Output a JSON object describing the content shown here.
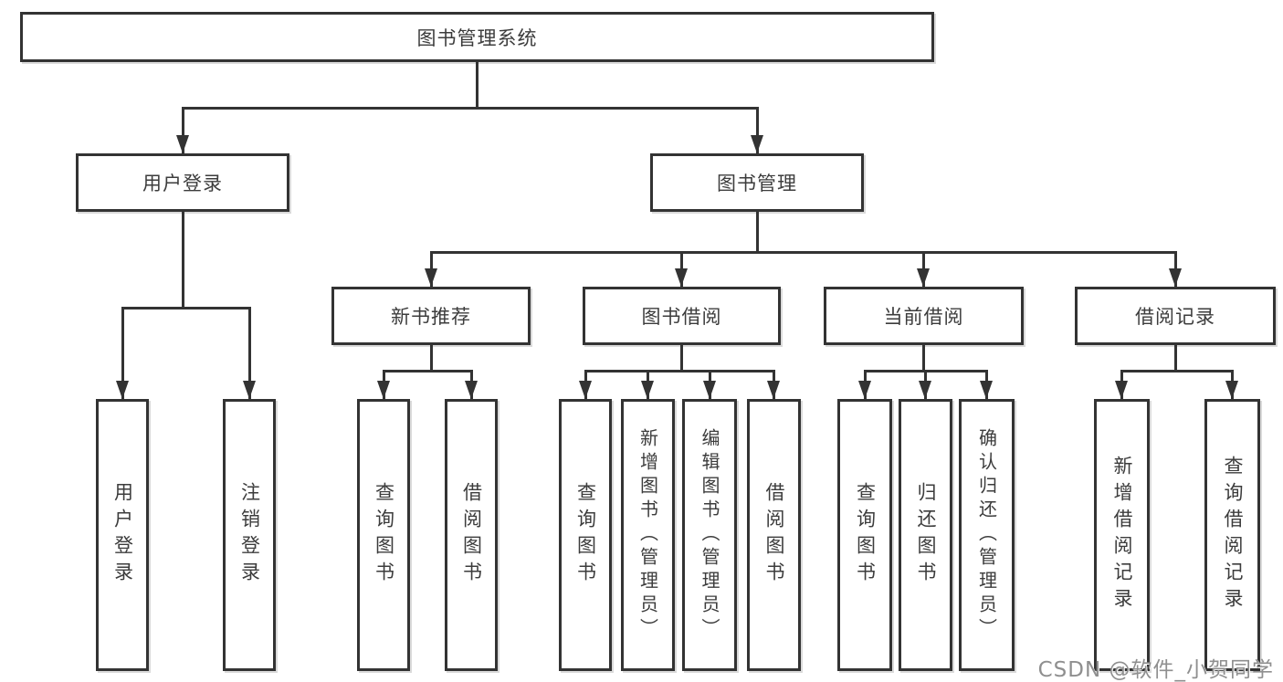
{
  "nodes": {
    "root": {
      "label": "图书管理系统"
    },
    "user_login": {
      "label": "用户登录"
    },
    "book_management": {
      "label": "图书管理"
    },
    "new_book_recommend": {
      "label": "新书推荐"
    },
    "book_borrow": {
      "label": "图书借阅"
    },
    "current_borrow": {
      "label": "当前借阅"
    },
    "borrow_record": {
      "label": "借阅记录"
    },
    "leaves": [
      {
        "label": "用户登录"
      },
      {
        "label": "注销登录"
      },
      {
        "label": "查询图书"
      },
      {
        "label": "借阅图书"
      },
      {
        "label": "查询图书"
      },
      {
        "label": "新增图书（管理员）"
      },
      {
        "label": "编辑图书（管理员）"
      },
      {
        "label": "借阅图书"
      },
      {
        "label": "查询图书"
      },
      {
        "label": "归还图书"
      },
      {
        "label": "确认归还（管理员）"
      },
      {
        "label": "新增借阅记录"
      },
      {
        "label": "查询借阅记录"
      }
    ]
  },
  "watermark": {
    "text": "CSDN @软件_小贺同学"
  },
  "colors": {
    "line": "#333333",
    "text": "#3c3c3c",
    "box_fill": "#ffffff",
    "watermark": "#8f8f8f",
    "background": "#ffffff"
  }
}
